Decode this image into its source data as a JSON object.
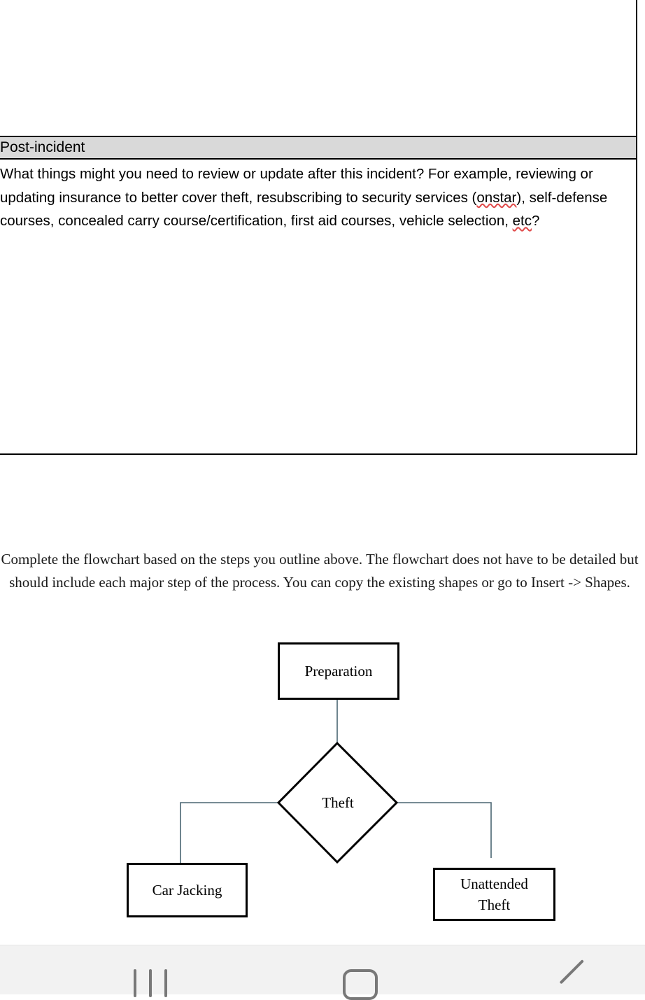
{
  "document": {
    "table": {
      "empty_row_above": "",
      "section": {
        "header": "Post-incident",
        "body": "What things might you need to review or update after this incident?  For example, reviewing or updating insurance to better cover theft, resubscribing to security services (onstar), self-defense courses, concealed carry course/certification, first aid courses, vehicle selection, etc?",
        "body_parts": {
          "p1": "What things might you need to review or update after this incident?  For example, reviewing or updating insurance to better cover theft, resubscribing to security services (",
          "misspelled1": "onstar",
          "p2": "), self-defense courses, concealed carry course/certification, first aid courses, vehicle selection, ",
          "misspelled2": "etc",
          "p3": "?"
        }
      }
    },
    "flowchart_instructions": "Complete the flowchart based on the steps you outline above.  The flowchart does not have to be detailed but should include each major step of the process.  You can copy the existing shapes or go to Insert -> Shapes."
  },
  "flowchart": {
    "nodes": [
      {
        "id": "preparation",
        "label": "Preparation",
        "shape": "rectangle"
      },
      {
        "id": "theft",
        "label": "Theft",
        "shape": "diamond"
      },
      {
        "id": "car-jacking",
        "label": "Car Jacking",
        "shape": "rectangle"
      },
      {
        "id": "unattended-theft",
        "label": "Unattended\nTheft",
        "shape": "rectangle"
      },
      {
        "id": "unattended-theft-line1",
        "label": "Unattended"
      },
      {
        "id": "unattended-theft-line2",
        "label": "Theft"
      }
    ],
    "connectors": [
      {
        "from": "preparation",
        "to": "theft",
        "style": "straight-vertical"
      },
      {
        "from": "theft",
        "to": "car-jacking",
        "style": "elbow-left"
      },
      {
        "from": "theft",
        "to": "unattended-theft",
        "style": "elbow-right"
      }
    ],
    "colors": {
      "shape_outline": "#000000",
      "shape_fill": "#ffffff",
      "connector": "#4a6572",
      "text": "#000000"
    }
  },
  "nav_bar": {
    "items": [
      {
        "id": "recents",
        "label": "Recents"
      },
      {
        "id": "home",
        "label": "Home"
      },
      {
        "id": "back",
        "label": "Back"
      }
    ],
    "background": "#f2f2f2",
    "icon_color": "#787878"
  }
}
